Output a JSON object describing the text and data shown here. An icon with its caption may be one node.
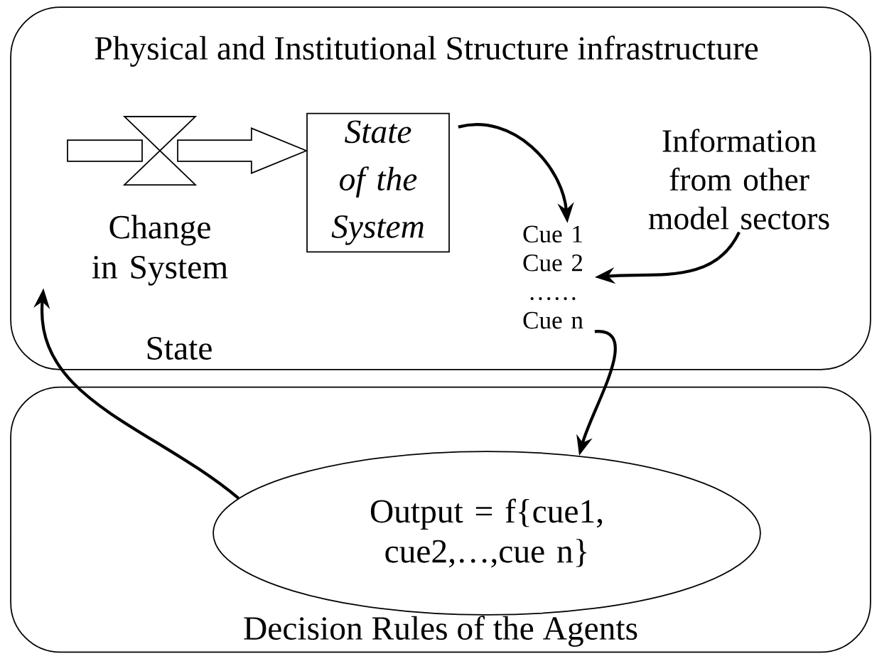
{
  "diagram": {
    "nodes": [
      {
        "text": [
          "Physical and Institutional Structure infrastructure"
        ]
      },
      {
        "text": [
          "Change in System"
        ],
        "in": 0
      },
      {
        "text": [
          "State of the System"
        ],
        "in": 0
      },
      {
        "text": [
          "Cue 1 Cue 2 …… Cue n"
        ],
        "in": 0
      },
      {
        "text": [
          "Information from other model sectors"
        ],
        "in": 0
      },
      {
        "text": [
          "Decision Rules of the Agents"
        ]
      },
      {
        "text": [
          "Output = f{cue1, cue2,…,cue n}"
        ],
        "in": 5
      }
    ],
    "edges": [
      {
        "from": null,
        "to": 1,
        "arrow": "none",
        "style": "thick"
      },
      {
        "from": 1,
        "to": 2,
        "arrow": "to",
        "style": "thick"
      },
      {
        "from": 2,
        "to": 3,
        "arrow": "to"
      },
      {
        "from": 4,
        "to": 3,
        "arrow": "to"
      },
      {
        "from": 3,
        "to": 6,
        "arrow": "to"
      },
      {
        "from": 6,
        "to": 1,
        "arrow": "to",
        "label": "State"
      }
    ]
  }
}
